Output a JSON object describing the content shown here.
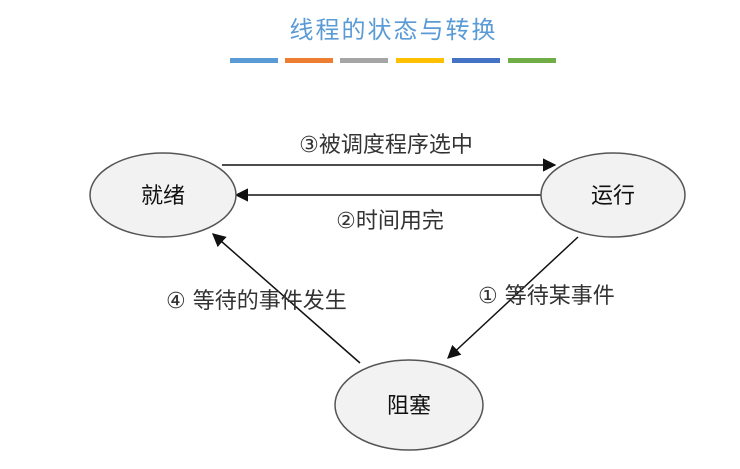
{
  "title": "线程的状态与转换",
  "title_color": "#5b9bd5",
  "color_bars": [
    "#5b9bd5",
    "#ed7d31",
    "#a5a5a5",
    "#ffc000",
    "#4472c4",
    "#70ad47"
  ],
  "nodes": {
    "ready": "就绪",
    "running": "运行",
    "blocked": "阻塞"
  },
  "edges": {
    "ready_to_running": "③被调度程序选中",
    "running_to_ready": "②时间用完",
    "running_to_blocked": "① 等待某事件",
    "blocked_to_ready": "④ 等待的事件发生"
  }
}
